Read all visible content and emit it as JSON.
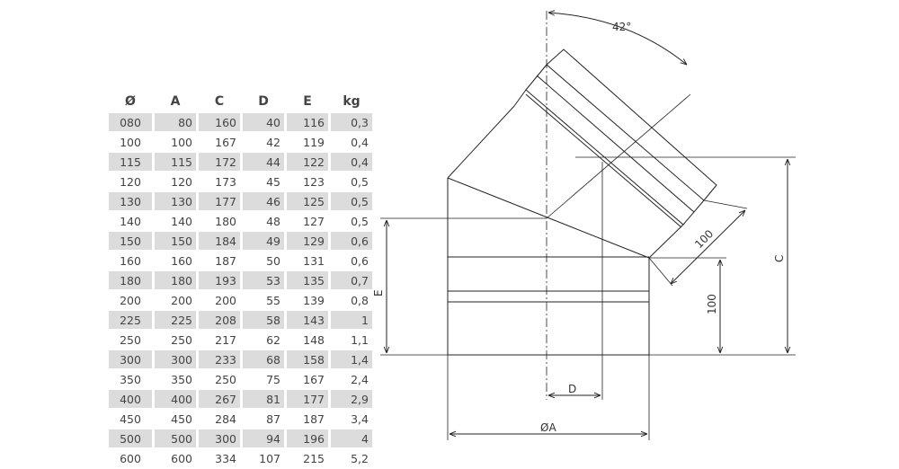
{
  "table": {
    "headers": [
      "Ø",
      "A",
      "C",
      "D",
      "E",
      "kg"
    ],
    "rows": [
      [
        "080",
        "80",
        "160",
        "40",
        "116",
        "0,3"
      ],
      [
        "100",
        "100",
        "167",
        "42",
        "119",
        "0,4"
      ],
      [
        "115",
        "115",
        "172",
        "44",
        "122",
        "0,4"
      ],
      [
        "120",
        "120",
        "173",
        "45",
        "123",
        "0,5"
      ],
      [
        "130",
        "130",
        "177",
        "46",
        "125",
        "0,5"
      ],
      [
        "140",
        "140",
        "180",
        "48",
        "127",
        "0,5"
      ],
      [
        "150",
        "150",
        "184",
        "49",
        "129",
        "0,6"
      ],
      [
        "160",
        "160",
        "187",
        "50",
        "131",
        "0,6"
      ],
      [
        "180",
        "180",
        "193",
        "53",
        "135",
        "0,7"
      ],
      [
        "200",
        "200",
        "200",
        "55",
        "139",
        "0,8"
      ],
      [
        "225",
        "225",
        "208",
        "58",
        "143",
        "1"
      ],
      [
        "250",
        "250",
        "217",
        "62",
        "148",
        "1,1"
      ],
      [
        "300",
        "300",
        "233",
        "68",
        "158",
        "1,4"
      ],
      [
        "350",
        "350",
        "250",
        "75",
        "167",
        "2,4"
      ],
      [
        "400",
        "400",
        "267",
        "81",
        "177",
        "2,9"
      ],
      [
        "450",
        "450",
        "284",
        "87",
        "187",
        "3,4"
      ],
      [
        "500",
        "500",
        "300",
        "94",
        "196",
        "4"
      ],
      [
        "600",
        "600",
        "334",
        "107",
        "215",
        "5,2"
      ]
    ]
  },
  "drawing": {
    "angle_label": "42°",
    "label_100_diagonal": "100",
    "label_100_vertical": "100",
    "label_c": "C",
    "label_e": "E",
    "label_d": "D",
    "label_a": "ØA"
  }
}
